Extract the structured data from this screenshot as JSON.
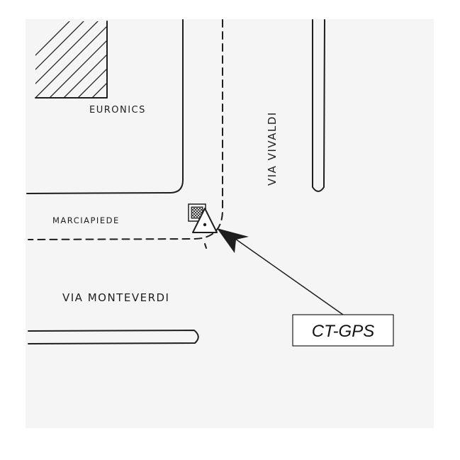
{
  "colors": {
    "paper": "#f5f5f5",
    "background": "#ffffff",
    "ink": "#1e1e1e"
  },
  "map": {
    "building_label": "EURONICS",
    "sidewalk_label": "MARCIAPIEDE",
    "street_vertical_label": "VIA VIVALDI",
    "street_horizontal_label": "VIA MONTEVERDI"
  },
  "device": {
    "icon": "triangle-marker-icon",
    "label": "CT-GPS"
  }
}
